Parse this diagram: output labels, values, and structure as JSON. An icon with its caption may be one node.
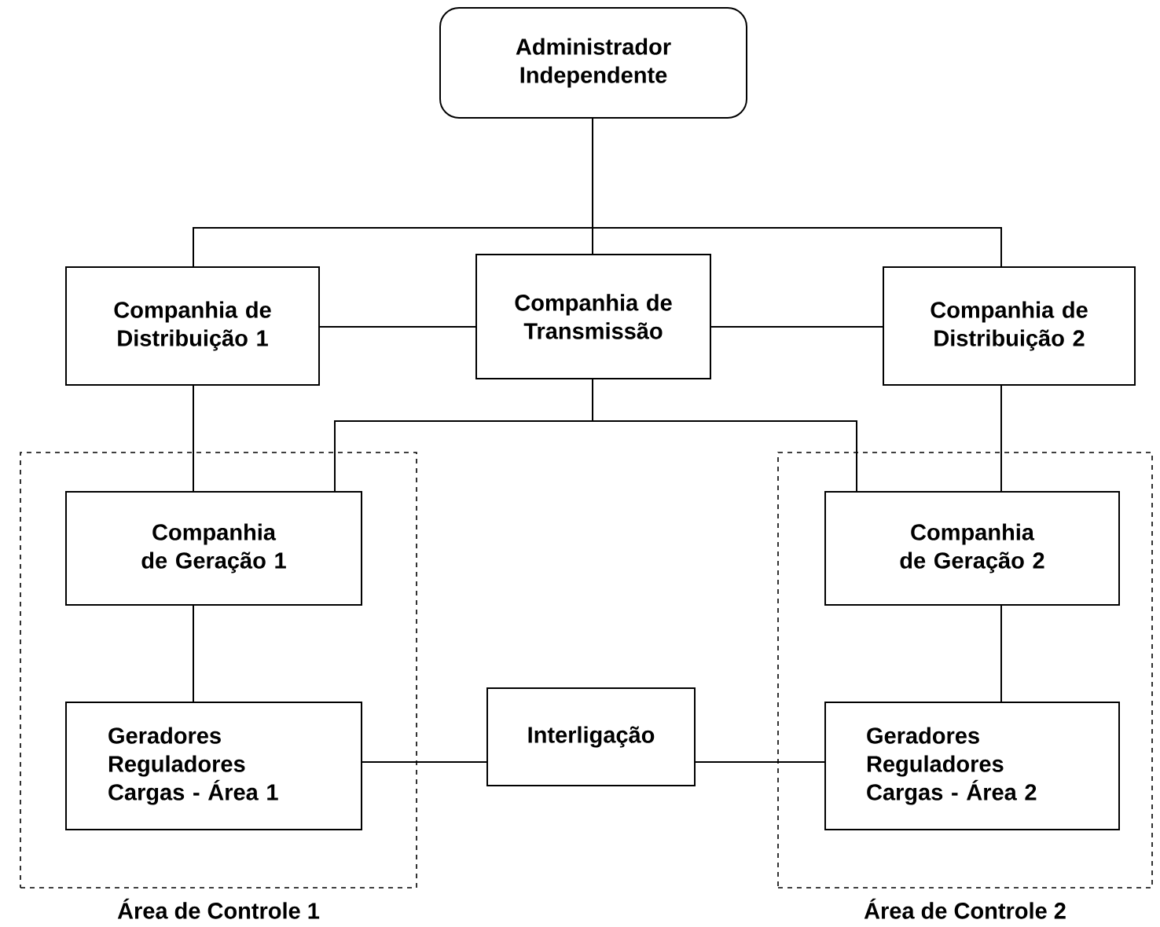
{
  "diagram": {
    "nodes": [
      {
        "text": [
          "Administrador Independente"
        ]
      },
      {
        "text": [
          "Companhia de Distribuição 1"
        ]
      },
      {
        "text": [
          "Companhia de Transmissão"
        ]
      },
      {
        "text": [
          "Companhia de Distribuição 2"
        ]
      },
      {
        "text": [
          "Área de Controle 1"
        ]
      },
      {
        "text": [
          "Companhia de Geração 1"
        ],
        "in": 4
      },
      {
        "text": [
          "Geradores Reguladores Cargas - Área 1"
        ],
        "in": 4
      },
      {
        "text": [
          "Interligação"
        ]
      },
      {
        "text": [
          "Área de Controle 2"
        ]
      },
      {
        "text": [
          "Companhia de Geração 2"
        ],
        "in": 8
      },
      {
        "text": [
          "Geradores Reguladores Cargas - Área 2"
        ],
        "in": 8
      }
    ],
    "edges": [
      {
        "from": 0,
        "to": 1,
        "arrow": "none"
      },
      {
        "from": 0,
        "to": 2,
        "arrow": "none"
      },
      {
        "from": 0,
        "to": 3,
        "arrow": "none"
      },
      {
        "from": 1,
        "to": 2,
        "arrow": "none"
      },
      {
        "from": 2,
        "to": 3,
        "arrow": "none"
      },
      {
        "from": 2,
        "to": 5,
        "arrow": "none"
      },
      {
        "from": 2,
        "to": 9,
        "arrow": "none"
      },
      {
        "from": 1,
        "to": 5,
        "arrow": "none"
      },
      {
        "from": 3,
        "to": 9,
        "arrow": "none"
      },
      {
        "from": 5,
        "to": 6,
        "arrow": "none"
      },
      {
        "from": 9,
        "to": 10,
        "arrow": "none"
      },
      {
        "from": 6,
        "to": 7,
        "arrow": "none"
      },
      {
        "from": 7,
        "to": 10,
        "arrow": "none"
      }
    ]
  }
}
